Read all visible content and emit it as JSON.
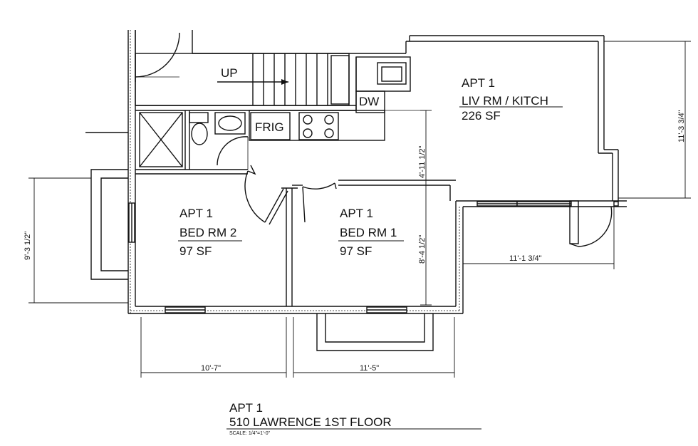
{
  "stair": {
    "label": "UP"
  },
  "appliances": {
    "dishwasher": "DW",
    "fridge": "FRIG"
  },
  "rooms": [
    {
      "id": "liv",
      "name": "APT 1",
      "sub": "LIV RM / KITCH",
      "area": "226  SF"
    },
    {
      "id": "bed2",
      "name": "APT 1",
      "sub": "BED RM 2",
      "area": "97 SF"
    },
    {
      "id": "bed1",
      "name": "APT 1",
      "sub": "BED RM 1",
      "area": "97 SF"
    }
  ],
  "dimensions": {
    "bed2_width": "10'-7\"",
    "bed1_width": "11'-5\"",
    "left_height": "9'-3 1/2\"",
    "center_upper": "4'-11 1/2\"",
    "center_lower": "8'-4 1/2\"",
    "right_height": "11'-3 3/4\"",
    "right_width": "11'-1 3/4\""
  },
  "title_block": {
    "line1": "APT 1",
    "line2": "510 LAWRENCE 1ST FLOOR",
    "scale": "SCALE: 1/4\"=1'-0\""
  }
}
